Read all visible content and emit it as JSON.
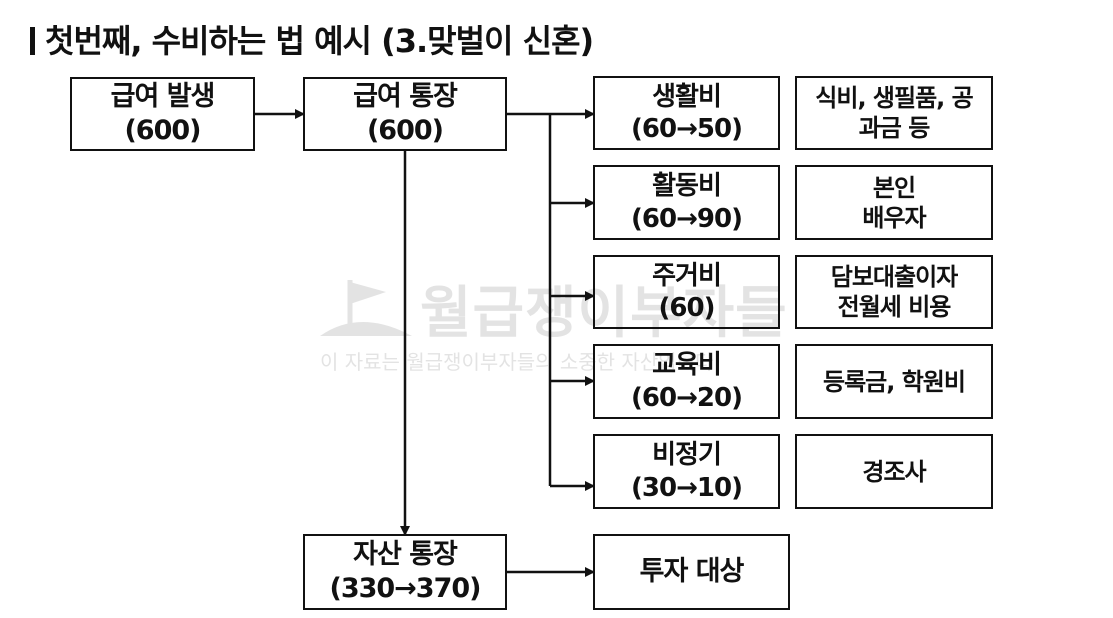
{
  "title": "첫번째, 수비하는 법 예시 (3.맞벌이 신혼)",
  "watermark": {
    "name": "월급쟁이부자들",
    "sub": "이 자료는 월급쟁이부자들의 소중한 자산입니다"
  },
  "nodes": {
    "salary": {
      "line1": "급여 발생",
      "line2": "(600)"
    },
    "salary_account": {
      "line1": "급여 통장",
      "line2": "(600)"
    },
    "asset_account": {
      "line1": "자산 통장",
      "line2": "(330→370)"
    },
    "investment": {
      "line1": "투자 대상"
    }
  },
  "categories": [
    {
      "name": "생활비",
      "amount": "(60→50)",
      "desc1": "식비, 생필품, 공",
      "desc2": "과금 등"
    },
    {
      "name": "활동비",
      "amount": "(60→90)",
      "desc1": "본인",
      "desc2": "배우자"
    },
    {
      "name": "주거비",
      "amount": "(60)",
      "desc1": "담보대출이자",
      "desc2": "전월세 비용"
    },
    {
      "name": "교육비",
      "amount": "(60→20)",
      "desc1": "등록금, 학원비",
      "desc2": ""
    },
    {
      "name": "비정기",
      "amount": "(30→10)",
      "desc1": "경조사",
      "desc2": ""
    }
  ]
}
